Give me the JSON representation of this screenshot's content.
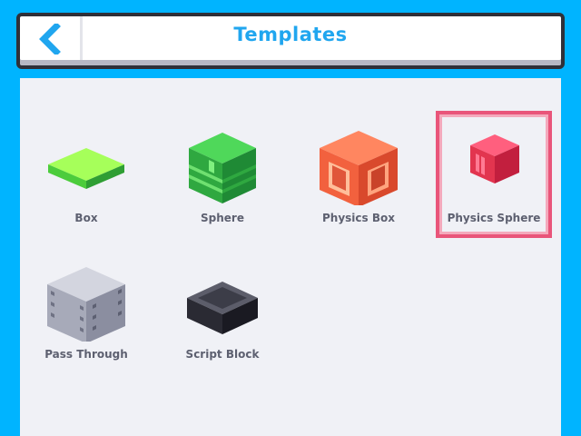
{
  "header": {
    "title": "Templates",
    "back_icon": "chevron-left-icon"
  },
  "templates": [
    {
      "label": "Box",
      "color": "#8fef3e",
      "selected": false
    },
    {
      "label": "Sphere",
      "color": "#3dbb4c",
      "selected": false
    },
    {
      "label": "Physics Box",
      "color": "#ff6b45",
      "selected": false
    },
    {
      "label": "Physics Sphere",
      "color": "#f23d62",
      "selected": true
    },
    {
      "label": "Pass Through",
      "color": "#b9bccb",
      "selected": false
    },
    {
      "label": "Script Block",
      "color": "#3a3a46",
      "selected": false
    }
  ],
  "colors": {
    "background": "#00b4ff",
    "accent": "#20a6ef",
    "selection": "#e9557a"
  }
}
